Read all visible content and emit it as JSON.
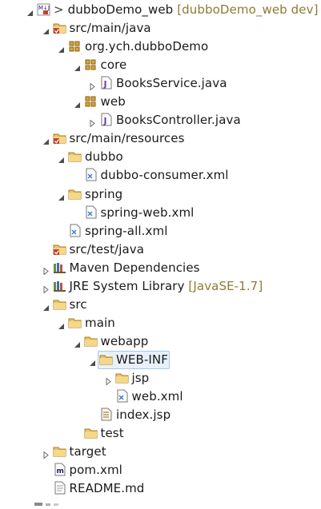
{
  "tree": [
    {
      "label": "dubboDemo_web",
      "prefix": ">",
      "decoration": "[dubboDemo_web dev]",
      "icon": "maven-project-icon",
      "arrow": "expanded",
      "depth": 0
    },
    {
      "label": "src/main/java",
      "icon": "source-folder-icon",
      "arrow": "expanded",
      "depth": 1
    },
    {
      "label": "org.ych.dubboDemo",
      "icon": "package-icon",
      "arrow": "expanded",
      "depth": 2
    },
    {
      "label": "core",
      "icon": "package-icon",
      "arrow": "expanded",
      "depth": 3
    },
    {
      "label": "BooksService.java",
      "icon": "java-file-icon",
      "arrow": "collapsed",
      "depth": 4
    },
    {
      "label": "web",
      "icon": "package-icon",
      "arrow": "expanded",
      "depth": 3
    },
    {
      "label": "BooksController.java",
      "icon": "java-file-icon",
      "arrow": "collapsed",
      "depth": 4
    },
    {
      "label": "src/main/resources",
      "icon": "resource-folder-icon",
      "arrow": "expanded",
      "depth": 1
    },
    {
      "label": "dubbo",
      "icon": "folder-icon",
      "arrow": "expanded",
      "depth": 2
    },
    {
      "label": "dubbo-consumer.xml",
      "icon": "xml-file-icon",
      "arrow": "none",
      "depth": 3
    },
    {
      "label": "spring",
      "icon": "folder-icon",
      "arrow": "expanded",
      "depth": 2
    },
    {
      "label": "spring-web.xml",
      "icon": "xml-file-icon",
      "arrow": "none",
      "depth": 3
    },
    {
      "label": "spring-all.xml",
      "icon": "xml-file-icon",
      "arrow": "none",
      "depth": 2
    },
    {
      "label": "src/test/java",
      "icon": "source-folder-icon",
      "arrow": "none",
      "depth": 1
    },
    {
      "label": "Maven Dependencies",
      "icon": "library-icon",
      "arrow": "collapsed",
      "depth": 1
    },
    {
      "label": "JRE System Library",
      "decoration": "[JavaSE-1.7]",
      "icon": "library-icon",
      "arrow": "collapsed",
      "depth": 1
    },
    {
      "label": "src",
      "icon": "folder-icon",
      "arrow": "expanded",
      "depth": 1
    },
    {
      "label": "main",
      "icon": "folder-icon",
      "arrow": "expanded",
      "depth": 2
    },
    {
      "label": "webapp",
      "icon": "folder-icon",
      "arrow": "expanded",
      "depth": 3
    },
    {
      "label": "WEB-INF",
      "icon": "folder-icon",
      "arrow": "expanded",
      "depth": 4,
      "selected": true
    },
    {
      "label": "jsp",
      "icon": "folder-icon",
      "arrow": "collapsed",
      "depth": 5
    },
    {
      "label": "web.xml",
      "icon": "xml-file-icon",
      "arrow": "none",
      "depth": 5
    },
    {
      "label": "index.jsp",
      "icon": "jsp-file-icon",
      "arrow": "none",
      "depth": 4
    },
    {
      "label": "test",
      "icon": "folder-icon",
      "arrow": "none",
      "depth": 3
    },
    {
      "label": "target",
      "icon": "folder-icon",
      "arrow": "collapsed",
      "depth": 1
    },
    {
      "label": "pom.xml",
      "icon": "maven-pom-icon",
      "arrow": "none",
      "depth": 1
    },
    {
      "label": "README.md",
      "icon": "text-file-icon",
      "arrow": "none",
      "depth": 1
    }
  ]
}
